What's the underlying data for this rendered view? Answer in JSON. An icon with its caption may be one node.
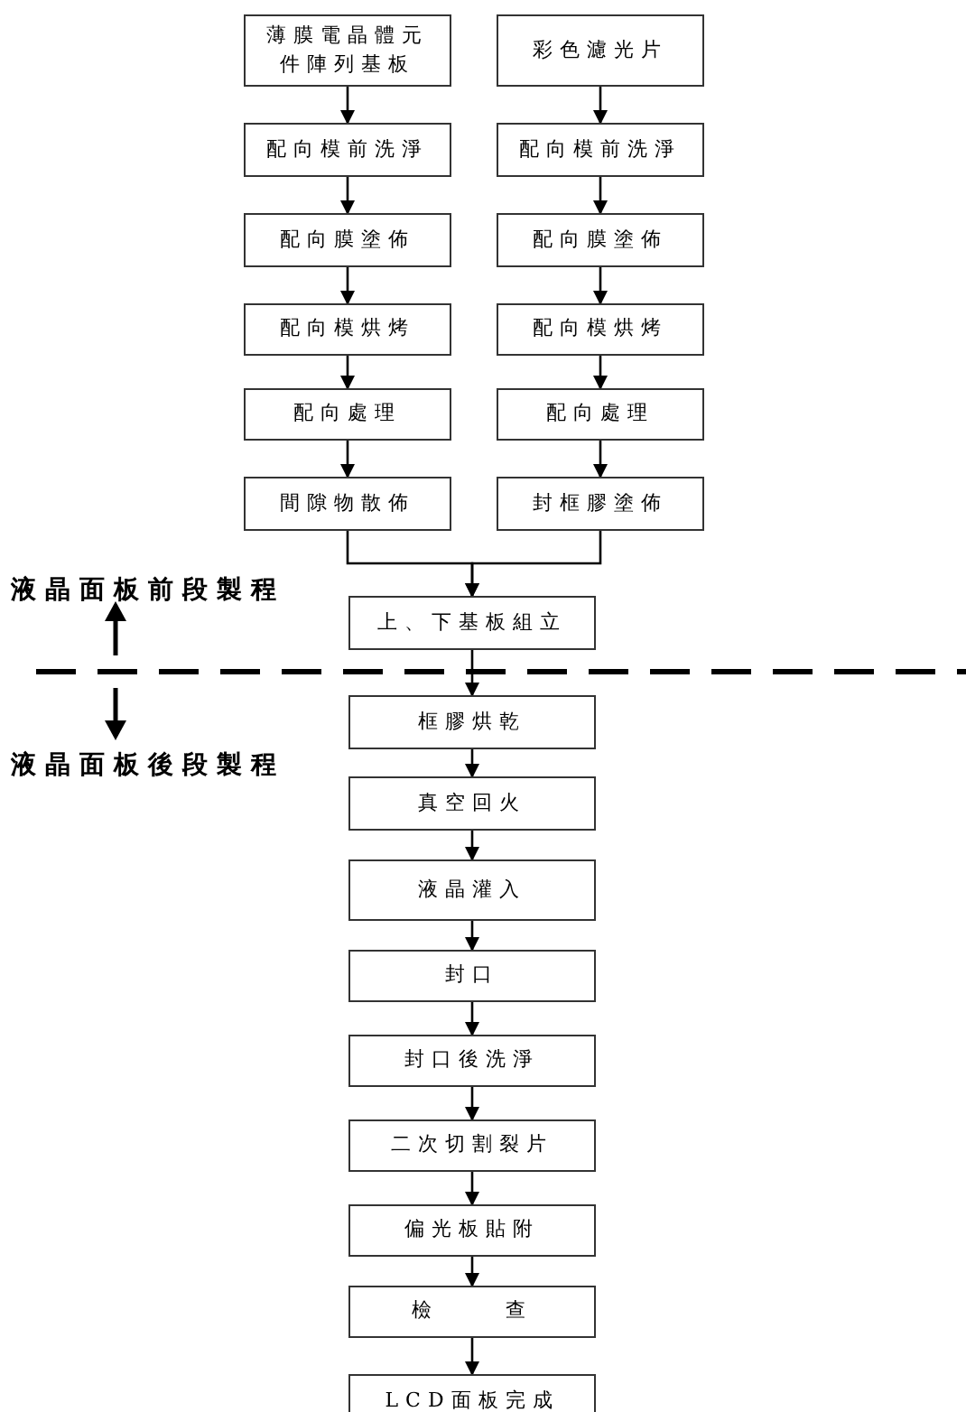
{
  "diagram": {
    "nodes": [
      {
        "text": [
          "薄膜電晶體元件陣列基板"
        ]
      },
      {
        "text": [
          "彩色濾光片"
        ]
      },
      {
        "text": [
          "配向模前洗淨"
        ]
      },
      {
        "text": [
          "配向模前洗淨"
        ]
      },
      {
        "text": [
          "配向膜塗佈"
        ]
      },
      {
        "text": [
          "配向膜塗佈"
        ]
      },
      {
        "text": [
          "配向模烘烤"
        ]
      },
      {
        "text": [
          "配向模烘烤"
        ]
      },
      {
        "text": [
          "配向處理"
        ]
      },
      {
        "text": [
          "配向處理"
        ]
      },
      {
        "text": [
          "間隙物散佈"
        ]
      },
      {
        "text": [
          "封框膠塗佈"
        ]
      },
      {
        "text": [
          "上、下基板組立"
        ]
      },
      {
        "text": [
          "框膠烘乾"
        ]
      },
      {
        "text": [
          "真空回火"
        ]
      },
      {
        "text": [
          "液晶灌入"
        ]
      },
      {
        "text": [
          "封口"
        ]
      },
      {
        "text": [
          "封口後洗淨"
        ]
      },
      {
        "text": [
          "二次切割裂片"
        ]
      },
      {
        "text": [
          "偏光板貼附"
        ]
      },
      {
        "text": [
          "檢 查"
        ]
      },
      {
        "text": [
          "LCD面板完成"
        ]
      }
    ],
    "edges": [
      {
        "from": 0,
        "to": 2,
        "arrow": "to"
      },
      {
        "from": 2,
        "to": 4,
        "arrow": "to"
      },
      {
        "from": 4,
        "to": 6,
        "arrow": "to"
      },
      {
        "from": 6,
        "to": 8,
        "arrow": "to"
      },
      {
        "from": 8,
        "to": 10,
        "arrow": "to"
      },
      {
        "from": 1,
        "to": 3,
        "arrow": "to"
      },
      {
        "from": 3,
        "to": 5,
        "arrow": "to"
      },
      {
        "from": 5,
        "to": 7,
        "arrow": "to"
      },
      {
        "from": 7,
        "to": 9,
        "arrow": "to"
      },
      {
        "from": 9,
        "to": 11,
        "arrow": "to"
      },
      {
        "from": 10,
        "to": 12,
        "arrow": "to"
      },
      {
        "from": 11,
        "to": 12,
        "arrow": "to"
      },
      {
        "from": 12,
        "to": 13,
        "arrow": "to"
      },
      {
        "from": 13,
        "to": 14,
        "arrow": "to"
      },
      {
        "from": 14,
        "to": 15,
        "arrow": "to"
      },
      {
        "from": 15,
        "to": 16,
        "arrow": "to"
      },
      {
        "from": 16,
        "to": 17,
        "arrow": "to"
      },
      {
        "from": 17,
        "to": 18,
        "arrow": "to"
      },
      {
        "from": 18,
        "to": 19,
        "arrow": "to"
      },
      {
        "from": 19,
        "to": 20,
        "arrow": "to"
      },
      {
        "from": 20,
        "to": 21,
        "arrow": "to"
      }
    ],
    "labels": [
      "液晶面板前段製程",
      "液晶面板後段製程"
    ]
  }
}
